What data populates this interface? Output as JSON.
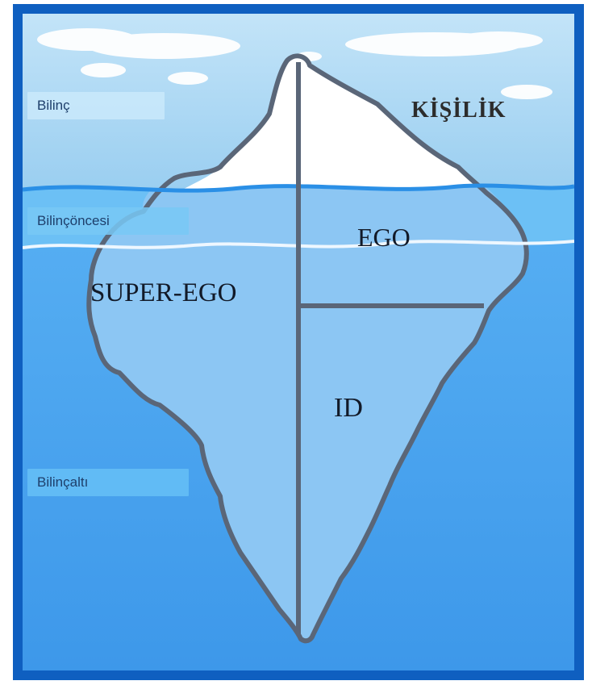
{
  "levels": {
    "conscious": "Bilinç",
    "preconscious": "Bilinçöncesi",
    "unconscious": "Bilinçaltı"
  },
  "parts": {
    "personality": "KİŞİLİK",
    "ego": "EGO",
    "superego": "SUPER-EGO",
    "id": "ID"
  },
  "colors": {
    "frame": "#0f5fc0",
    "sky": "#a9d6f3",
    "water": "#4aa3f0",
    "iceberg_outline": "#5c6675",
    "iceberg_tip": "#ffffff",
    "iceberg_underwater": "#8fc6f2"
  }
}
